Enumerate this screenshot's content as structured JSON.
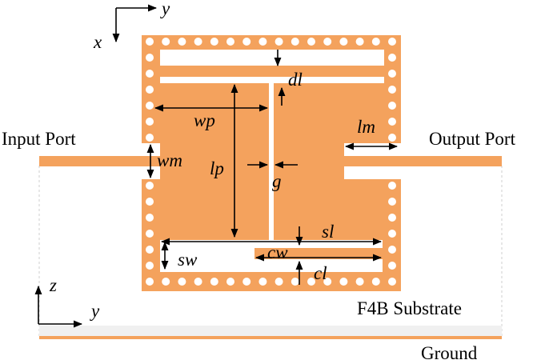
{
  "labels": {
    "input_port": "Input Port",
    "output_port": "Output Port",
    "substrate": "F4B Substrate",
    "ground": "Ground"
  },
  "axes": {
    "top": {
      "x": "x",
      "y": "y"
    },
    "bottom": {
      "z": "z",
      "y": "y"
    }
  },
  "dimensions": {
    "dl": "dl",
    "wp": "wp",
    "lp": "lp",
    "g": "g",
    "lm": "lm",
    "wm": "wm",
    "sl": "sl",
    "sw": "sw",
    "cw": "cw",
    "cl": "cl"
  },
  "colors": {
    "metal": "#f4a25d",
    "via": "#ffffff",
    "substrate_edge": "#d9d9d9",
    "ground_layer": "#f0f0f0",
    "ink": "#000000"
  }
}
